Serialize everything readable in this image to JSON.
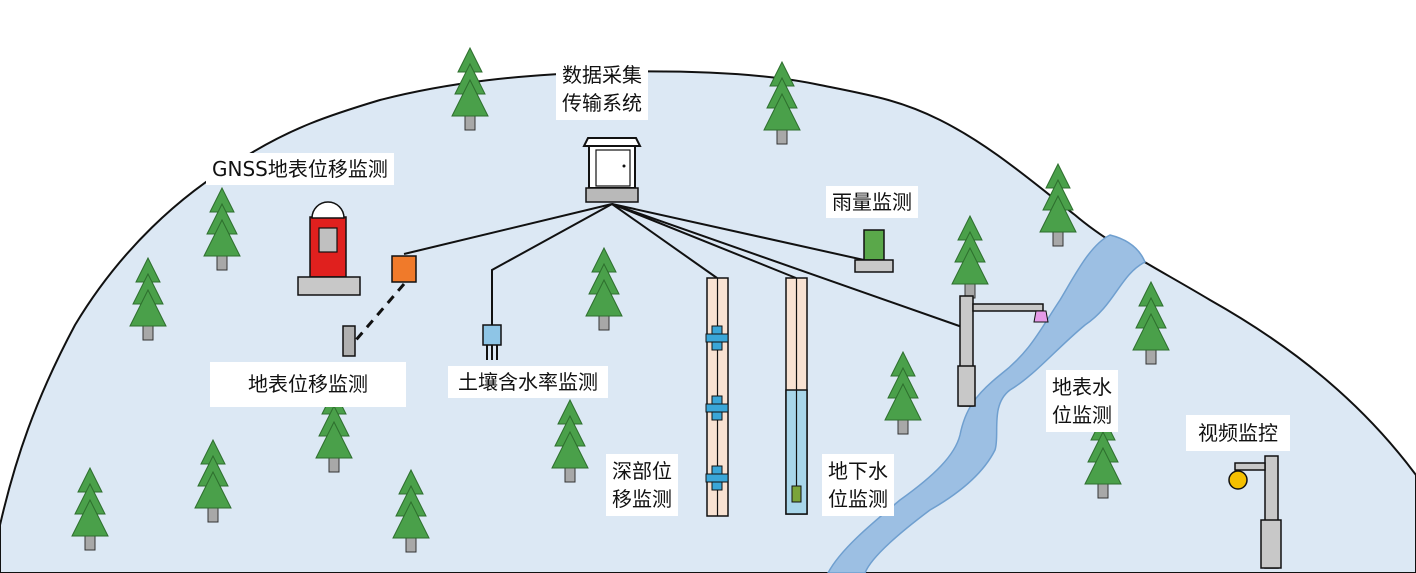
{
  "labels": {
    "data_system": [
      "数据采集",
      "传输系统"
    ],
    "gnss": "GNSS地表位移监测",
    "rain": "雨量监测",
    "surface_disp": "地表位移监测",
    "soil": "土壤含水率监测",
    "deep_disp": [
      "深部位",
      "移监测"
    ],
    "groundwater": [
      "地下水",
      "位监测"
    ],
    "surface_water": [
      "地表水",
      "位监测"
    ],
    "video": "视频监控"
  },
  "colors": {
    "hill_fill": "#dce8f4",
    "river": "#9cbfe3",
    "tree_green": "#4aa04a",
    "gnss_red": "#e0201e",
    "orange_box": "#f07a2a",
    "rain_green": "#5aa84a",
    "water_blue": "#a8d6ea",
    "tube_peach": "#f8e2d2",
    "sensor_blue": "#3aa6d8",
    "lamp_yellow": "#f5c000",
    "sprinkler": "#e59be8"
  }
}
